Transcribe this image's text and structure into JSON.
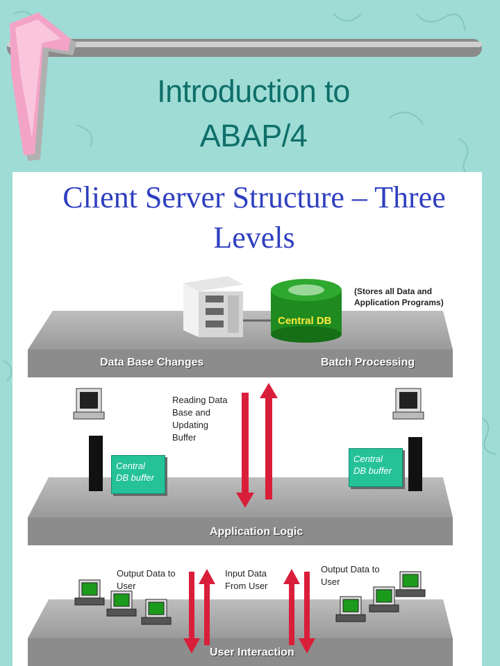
{
  "slide": {
    "title_line1": "Introduction to",
    "title_line2": "ABAP/4"
  },
  "diagram": {
    "title_line1": "Client Server Structure – Three",
    "title_line2": "Levels",
    "db_label": "Central DB",
    "db_note_line1": "(Stores all Data and",
    "db_note_line2": "Application Programs)",
    "layers": {
      "database_left": "Data Base Changes",
      "database_right": "Batch Processing",
      "application": "Application Logic",
      "presentation": "User Interaction"
    },
    "buffer_label_line1": "Central",
    "buffer_label_line2": "DB buffer",
    "reading_note": [
      "Reading Data",
      "Base and",
      "Updating",
      "Buffer"
    ],
    "output_left": [
      "Output Data to",
      "User"
    ],
    "input_middle": [
      "Input Data",
      "From User"
    ],
    "output_right": [
      "Output Data to",
      "User"
    ]
  },
  "colors": {
    "background": "#9fdcd6",
    "title": "#0f6f6a",
    "diagram_title": "#2f3fbf",
    "arrow": "#d91e3a",
    "db": "#1f8a1f",
    "buffer": "#25c29a"
  }
}
